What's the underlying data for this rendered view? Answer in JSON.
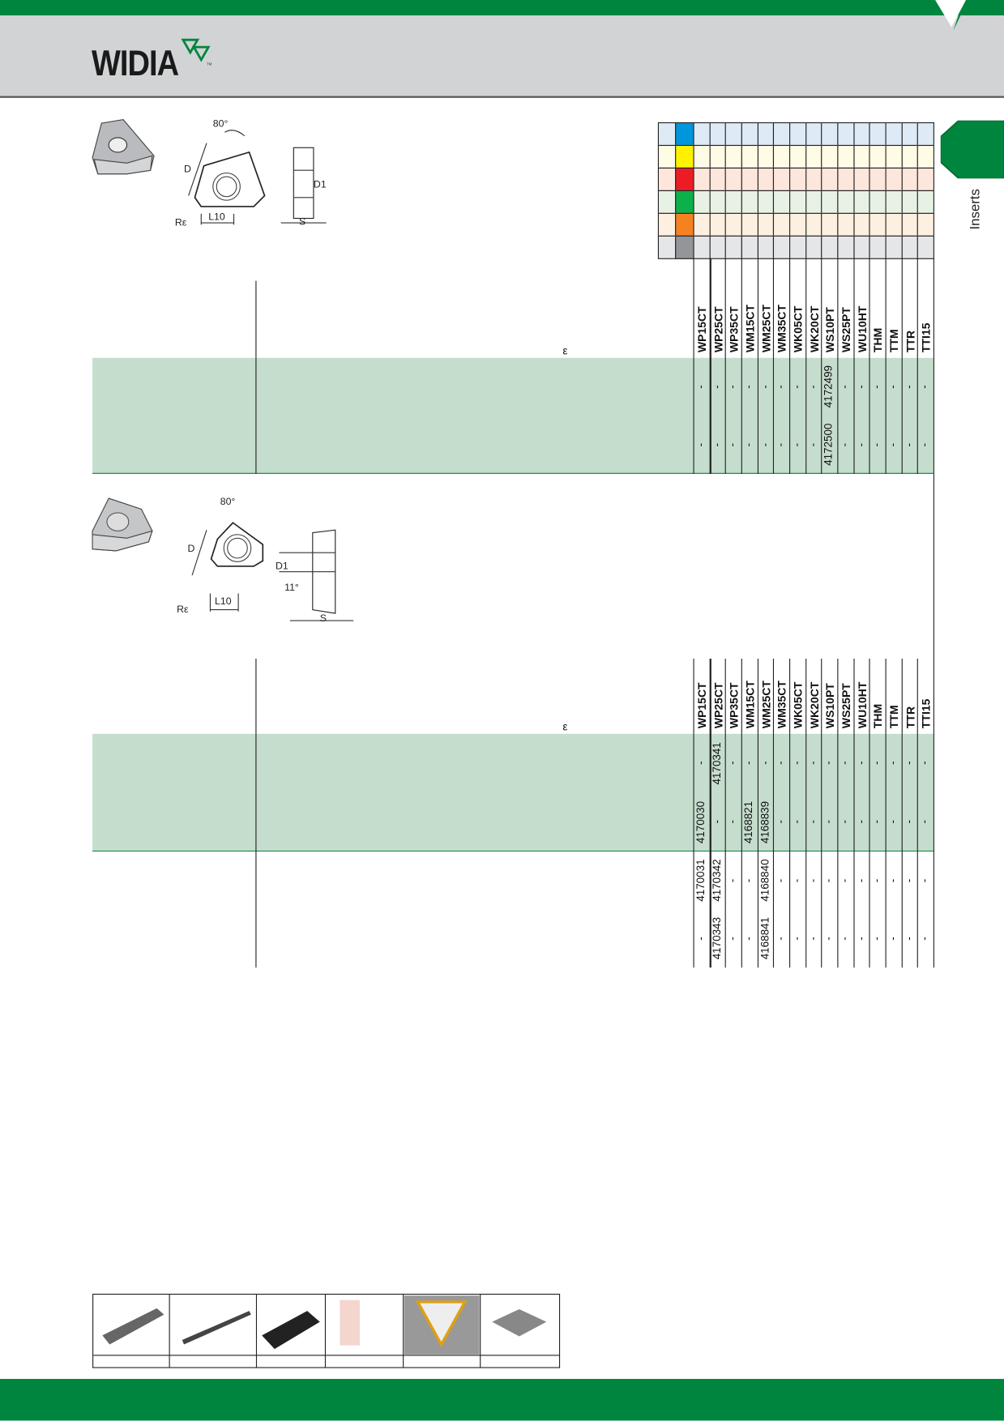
{
  "header": {
    "logo": "WIDIA",
    "brand_color": "#00853e"
  },
  "side_tab": {
    "label": "Inserts"
  },
  "material_colors": [
    "#0096db",
    "#fff200",
    "#ed1c24",
    "#0db14b",
    "#f58220",
    "#939598"
  ],
  "material_tints": [
    "#dfeaf7",
    "#fffce6",
    "#fde6dc",
    "#e7f2e4",
    "#fef0e0",
    "#e5e6e8"
  ],
  "grades": [
    "WP15CT",
    "WP25CT",
    "WP35CT",
    "WM15CT",
    "WM25CT",
    "WM35CT",
    "WK05CT",
    "WK20CT",
    "WS10PT",
    "WS25PT",
    "WU10HT",
    "THM",
    "TTM",
    "TTR",
    "TTI15"
  ],
  "diagram1": {
    "angle": "80°",
    "d": "D",
    "d1": "D1",
    "re": "Rε",
    "l10": "L10",
    "s": "S"
  },
  "diagram2": {
    "angle": "80°",
    "d": "D",
    "d1": "D1",
    "re": "Rε",
    "l10": "L10",
    "s": "S",
    "clearance": "11°"
  },
  "sections": [
    {
      "symbol": "ε",
      "rows": [
        {
          "shaded": true,
          "top": [
            "-",
            "-",
            "-",
            "-",
            "-",
            "-",
            "-",
            "-",
            "4172499",
            "-",
            "-",
            "-",
            "-",
            "-",
            "-"
          ],
          "bottom": [
            "-",
            "-",
            "-",
            "-",
            "-",
            "-",
            "-",
            "-",
            "4172500",
            "-",
            "-",
            "-",
            "-",
            "-",
            "-"
          ]
        }
      ]
    },
    {
      "symbol": "ε",
      "rows": [
        {
          "shaded": true,
          "top": [
            "-",
            "4170341",
            "-",
            "-",
            "-",
            "-",
            "-",
            "-",
            "-",
            "-",
            "-",
            "-",
            "-",
            "-",
            "-"
          ],
          "bottom": [
            "4170030",
            "-",
            "-",
            "4168821",
            "4168839",
            "-",
            "-",
            "-",
            "-",
            "-",
            "-",
            "-",
            "-",
            "-",
            "-"
          ]
        },
        {
          "shaded": false,
          "top": [
            "4170031",
            "4170342",
            "-",
            "-",
            "4168840",
            "-",
            "-",
            "-",
            "-",
            "-",
            "-",
            "-",
            "-",
            "-",
            "-"
          ],
          "bottom": [
            "-",
            "4170343",
            "-",
            "-",
            "4168841",
            "-",
            "-",
            "-",
            "-",
            "-",
            "-",
            "-",
            "-",
            "-",
            "-"
          ]
        }
      ]
    }
  ]
}
